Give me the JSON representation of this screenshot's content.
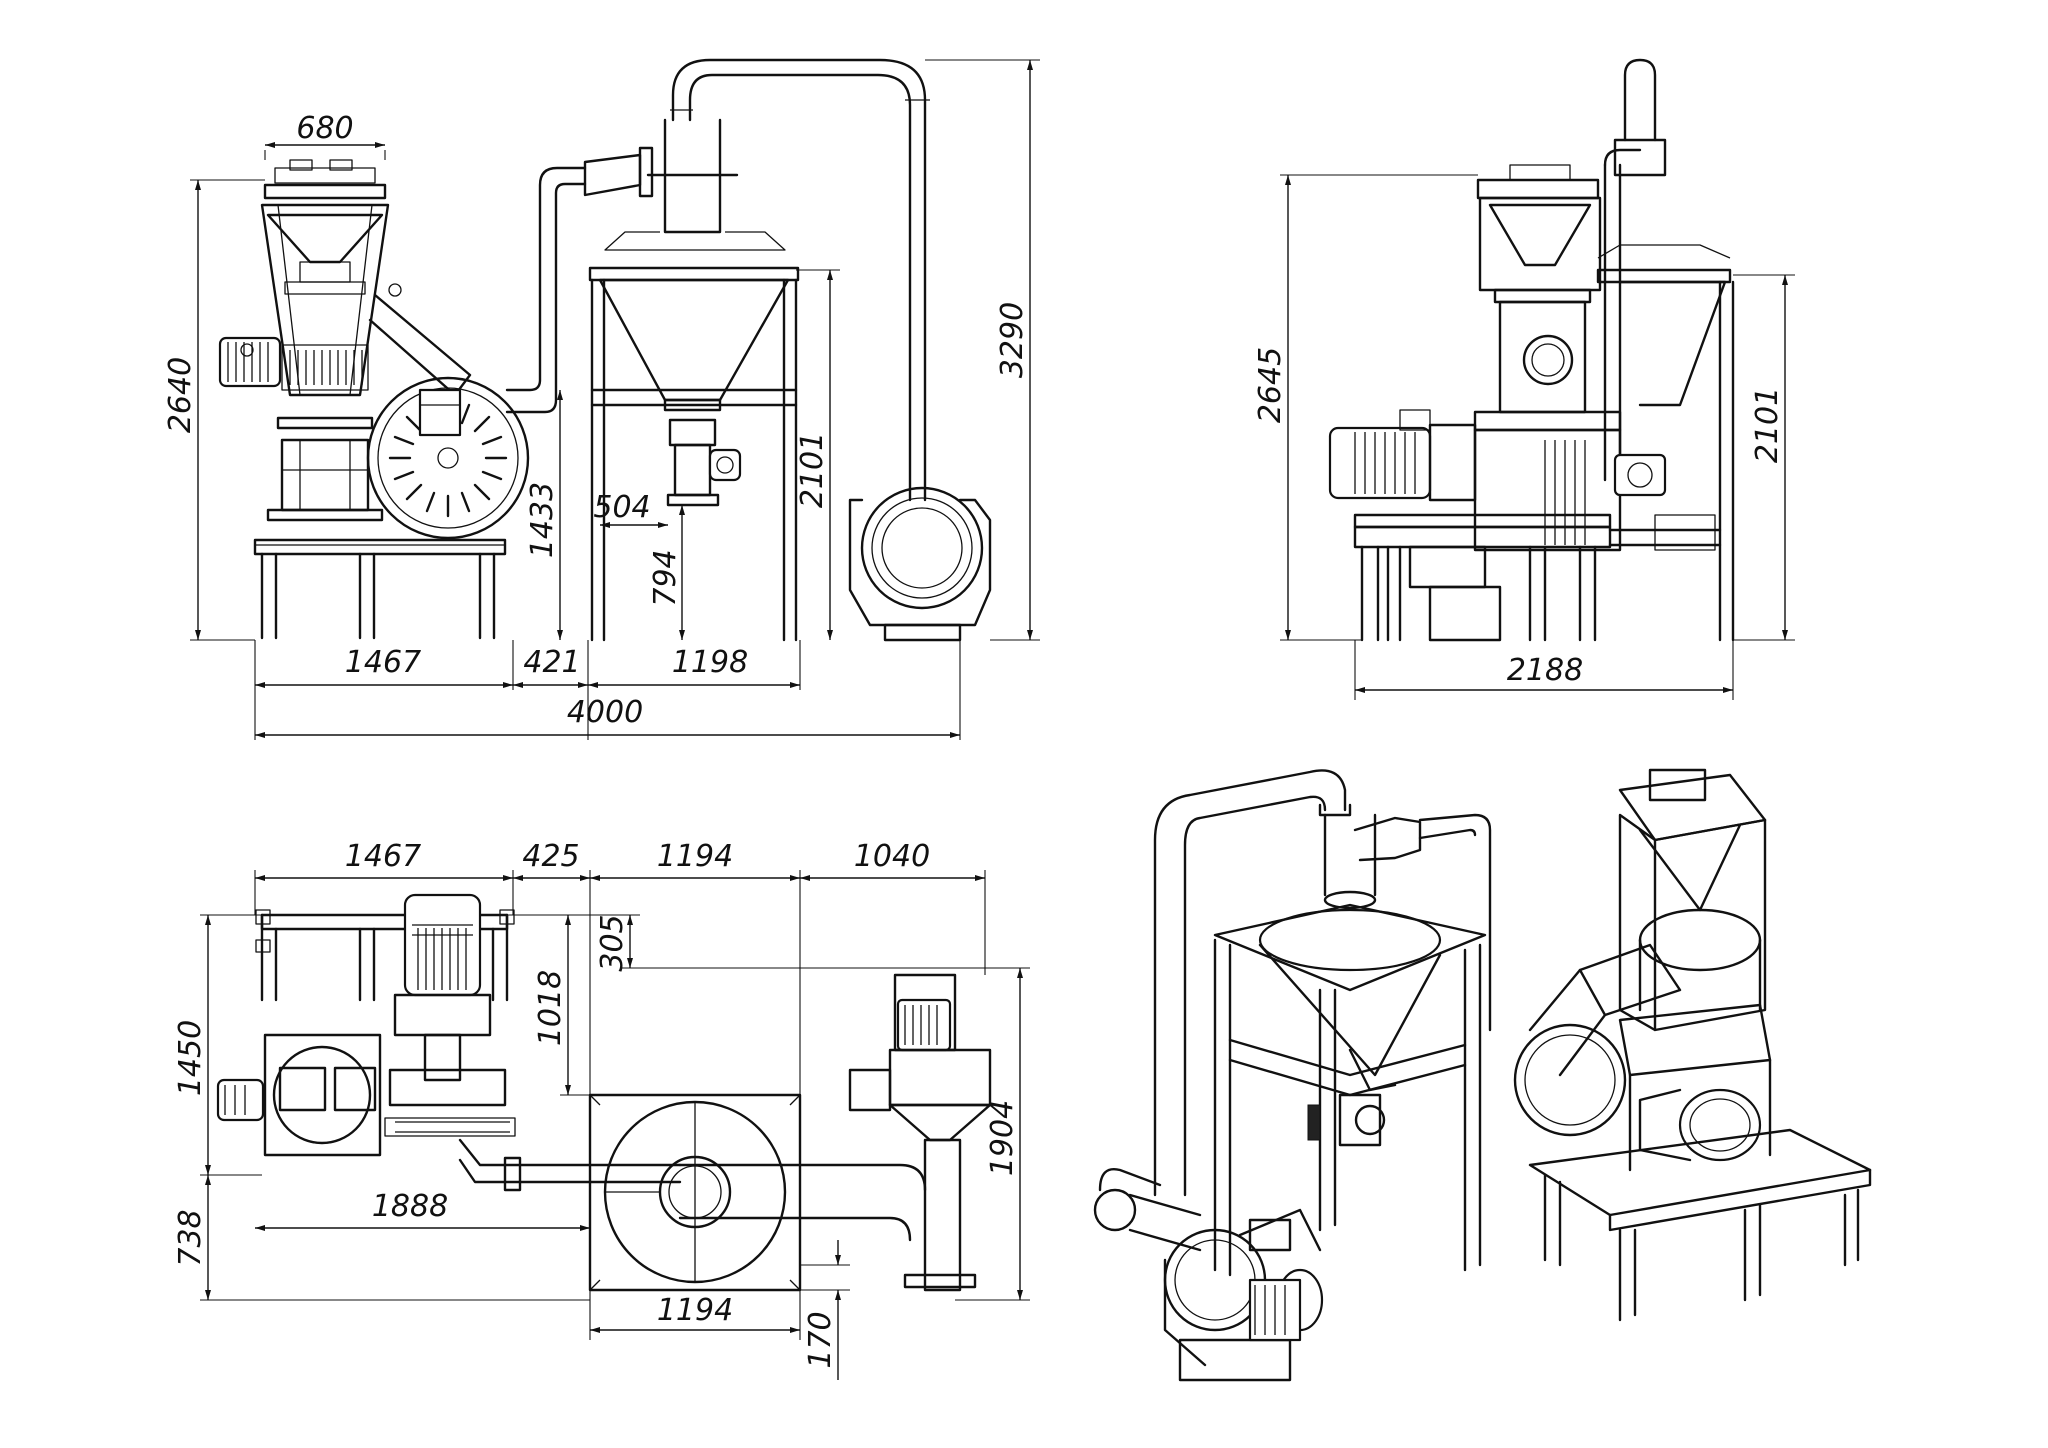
{
  "front_view": {
    "d_hopper_width": "680",
    "d_total_height": "2640",
    "d_inlet_height": "1433",
    "d_pipe_offset": "504",
    "d_outlet_height": "794",
    "d_cyclone_height": "2101",
    "d_overall_height": "3290",
    "d_base_width": "1467",
    "d_gap": "421",
    "d_cyclone_width": "1198",
    "d_overall_length": "4000"
  },
  "side_view": {
    "d_total_height": "2645",
    "d_cyclone_height": "2101",
    "d_width": "2188"
  },
  "plan_view": {
    "d_base_width": "1467",
    "d_gap": "425",
    "d_cyclone_width": "1194",
    "d_fan_offset": "1040",
    "d_depth": "1450",
    "d_offset": "305",
    "d_inner_depth": "1018",
    "d_lower_depth": "738",
    "d_pipe_run": "1888",
    "d_fan_depth": "1904",
    "d_cyclone_bottom_width": "1194",
    "d_outlet": "170"
  },
  "icons": [
    "dimension-arrow",
    "motor-icon",
    "fan-icon",
    "cyclone-icon",
    "hopper-icon"
  ]
}
